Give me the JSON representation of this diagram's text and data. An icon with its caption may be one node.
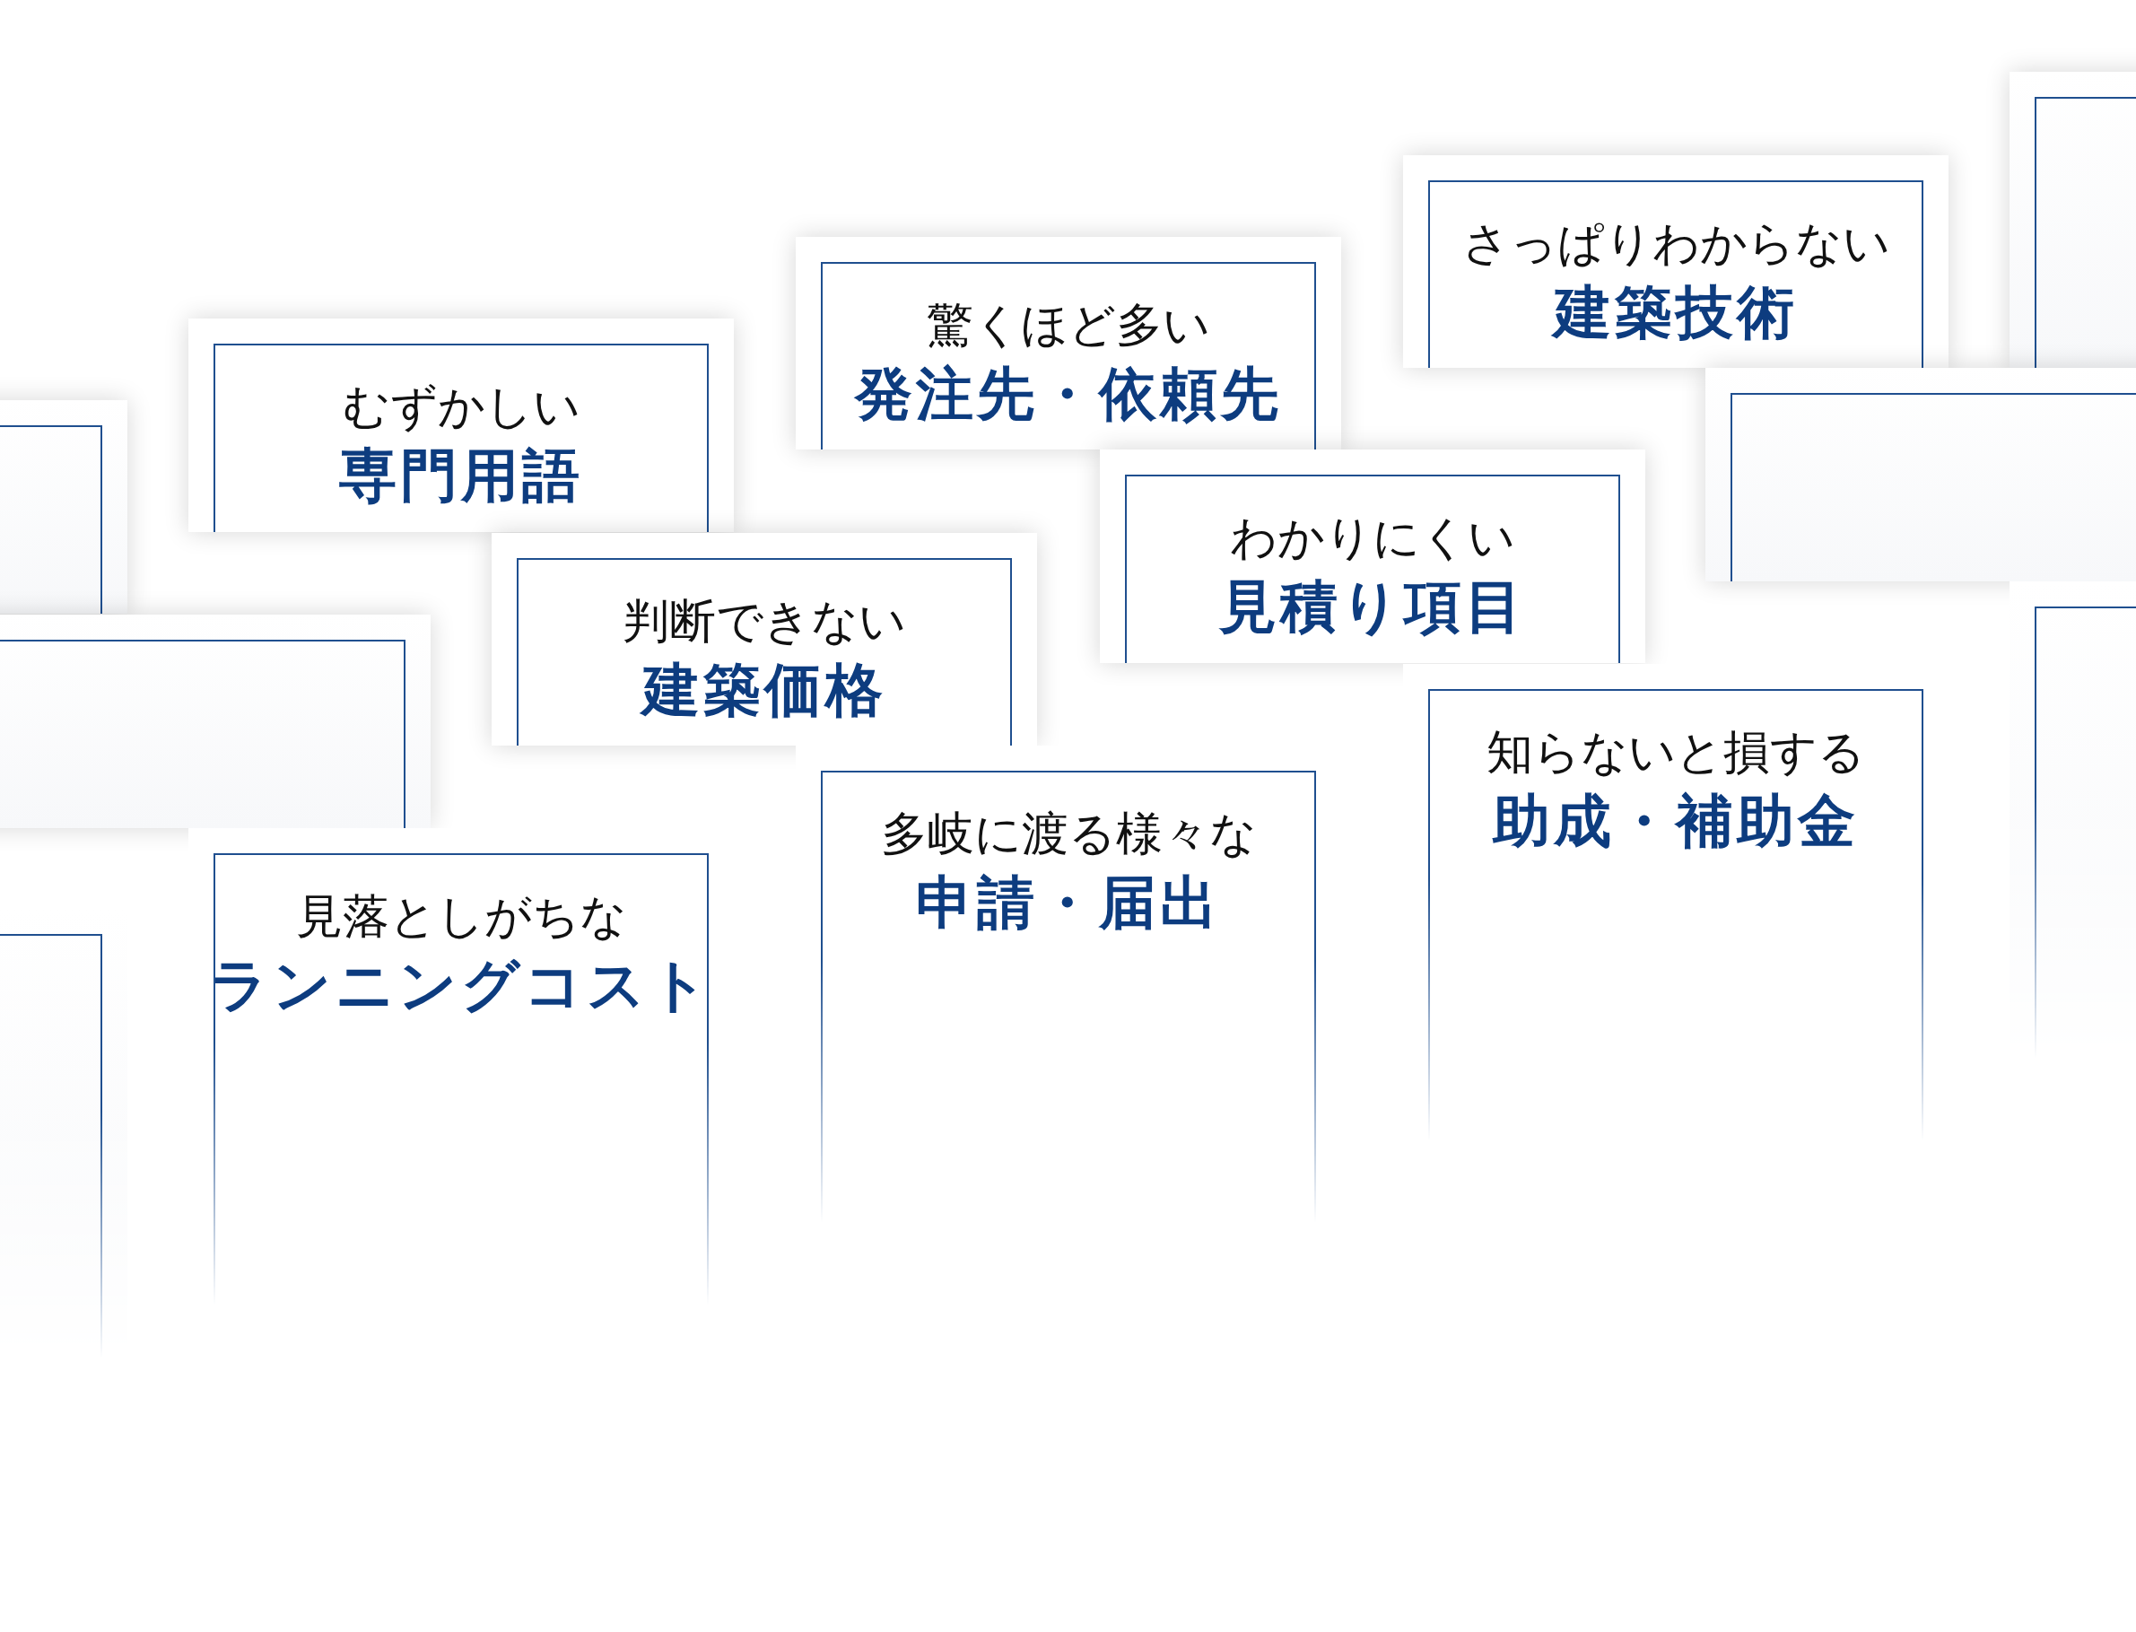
{
  "diagram": {
    "nodes": [
      {
        "text": [],
        "shape": "box"
      },
      {
        "text": [
          "さっぱりわからない",
          "建築技術"
        ]
      },
      {
        "text": [
          "驚くほど多い",
          "発注先・依頼先"
        ]
      },
      {
        "text": [
          "むずかしい",
          "専門用語"
        ]
      },
      {
        "text": [],
        "shape": "box"
      },
      {
        "text": [],
        "shape": "box"
      },
      {
        "text": [
          "わかりにくい",
          "見積り項目"
        ]
      },
      {
        "text": [
          "判断できない",
          "建築価格"
        ]
      },
      {
        "text": [],
        "shape": "box"
      },
      {
        "text": [],
        "shape": "box"
      },
      {
        "text": [
          "知らないと損する",
          "助成・補助金"
        ]
      },
      {
        "text": [
          "多岐に渡る様々な",
          "申請・届出"
        ]
      },
      {
        "text": [
          "見落としがちな",
          "ランニングコスト"
        ]
      },
      {
        "text": [],
        "shape": "box"
      }
    ]
  }
}
